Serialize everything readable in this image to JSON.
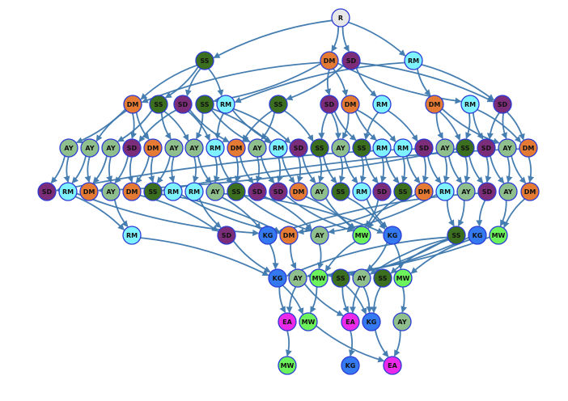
{
  "colors": {
    "R": "#e8e8e8",
    "SS": "#3b6e1e",
    "SD": "#7b2d7a",
    "DM": "#e57a34",
    "RM": "#7ff2ff",
    "AY": "#8fbf8c",
    "KG": "#3479f0",
    "MW": "#6cf25a",
    "EA": "#ea2ae8",
    "edge": "#3d78ad",
    "node_border": "#2a3bd6"
  },
  "nodes": [
    {
      "id": "r0",
      "label": "R"
    },
    {
      "id": "a1",
      "label": "SS"
    },
    {
      "id": "a2",
      "label": "DM"
    },
    {
      "id": "a3",
      "label": "SD"
    },
    {
      "id": "a4",
      "label": "RM"
    },
    {
      "id": "b1",
      "label": "DM"
    },
    {
      "id": "b2",
      "label": "SS"
    },
    {
      "id": "b3",
      "label": "SD"
    },
    {
      "id": "b4",
      "label": "SS"
    },
    {
      "id": "b5",
      "label": "RM"
    },
    {
      "id": "b6",
      "label": "SS"
    },
    {
      "id": "b7",
      "label": "SD"
    },
    {
      "id": "b8",
      "label": "DM"
    },
    {
      "id": "b9",
      "label": "RM"
    },
    {
      "id": "b10",
      "label": "DM"
    },
    {
      "id": "b11",
      "label": "RM"
    },
    {
      "id": "b12",
      "label": "SD"
    },
    {
      "id": "c1",
      "label": "AY"
    },
    {
      "id": "c2",
      "label": "AY"
    },
    {
      "id": "c3",
      "label": "AY"
    },
    {
      "id": "c4",
      "label": "SD"
    },
    {
      "id": "c5",
      "label": "DM"
    },
    {
      "id": "c6",
      "label": "AY"
    },
    {
      "id": "c7",
      "label": "AY"
    },
    {
      "id": "c8",
      "label": "RM"
    },
    {
      "id": "c9",
      "label": "DM"
    },
    {
      "id": "c10",
      "label": "AY"
    },
    {
      "id": "c11",
      "label": "RM"
    },
    {
      "id": "c12",
      "label": "SD"
    },
    {
      "id": "c13",
      "label": "SS"
    },
    {
      "id": "c14",
      "label": "AY"
    },
    {
      "id": "c15",
      "label": "SS"
    },
    {
      "id": "c16",
      "label": "RM"
    },
    {
      "id": "c17",
      "label": "RM"
    },
    {
      "id": "c18",
      "label": "SD"
    },
    {
      "id": "c19",
      "label": "AY"
    },
    {
      "id": "c20",
      "label": "SS"
    },
    {
      "id": "c21",
      "label": "SD"
    },
    {
      "id": "c22",
      "label": "AY"
    },
    {
      "id": "c23",
      "label": "DM"
    },
    {
      "id": "d1",
      "label": "SD"
    },
    {
      "id": "d2",
      "label": "RM"
    },
    {
      "id": "d3",
      "label": "DM"
    },
    {
      "id": "d4",
      "label": "AY"
    },
    {
      "id": "d5",
      "label": "DM"
    },
    {
      "id": "d6",
      "label": "SS"
    },
    {
      "id": "d7",
      "label": "RM"
    },
    {
      "id": "d8",
      "label": "RM"
    },
    {
      "id": "d9",
      "label": "AY"
    },
    {
      "id": "d10",
      "label": "SS"
    },
    {
      "id": "d11",
      "label": "SD"
    },
    {
      "id": "d12",
      "label": "SD"
    },
    {
      "id": "d13",
      "label": "DM"
    },
    {
      "id": "d14",
      "label": "AY"
    },
    {
      "id": "d15",
      "label": "SS"
    },
    {
      "id": "d16",
      "label": "RM"
    },
    {
      "id": "d17",
      "label": "SD"
    },
    {
      "id": "d18",
      "label": "SS"
    },
    {
      "id": "d19",
      "label": "DM"
    },
    {
      "id": "d20",
      "label": "RM"
    },
    {
      "id": "d21",
      "label": "AY"
    },
    {
      "id": "d22",
      "label": "SD"
    },
    {
      "id": "d23",
      "label": "AY"
    },
    {
      "id": "d24",
      "label": "DM"
    },
    {
      "id": "e1",
      "label": "RM"
    },
    {
      "id": "e2",
      "label": "SD"
    },
    {
      "id": "e3",
      "label": "KG"
    },
    {
      "id": "e4",
      "label": "DM"
    },
    {
      "id": "e5",
      "label": "AY"
    },
    {
      "id": "e6",
      "label": "MW"
    },
    {
      "id": "e7",
      "label": "KG"
    },
    {
      "id": "e8",
      "label": "SS"
    },
    {
      "id": "e9",
      "label": "KG"
    },
    {
      "id": "e10",
      "label": "MW"
    },
    {
      "id": "f1",
      "label": "KG"
    },
    {
      "id": "f2",
      "label": "AY"
    },
    {
      "id": "f3",
      "label": "MW"
    },
    {
      "id": "f4",
      "label": "SS"
    },
    {
      "id": "f5",
      "label": "AY"
    },
    {
      "id": "f6",
      "label": "SS"
    },
    {
      "id": "f7",
      "label": "MW"
    },
    {
      "id": "g1",
      "label": "EA"
    },
    {
      "id": "g2",
      "label": "MW"
    },
    {
      "id": "g3",
      "label": "EA"
    },
    {
      "id": "g4",
      "label": "KG"
    },
    {
      "id": "g5",
      "label": "AY"
    },
    {
      "id": "h1",
      "label": "MW"
    },
    {
      "id": "h2",
      "label": "KG"
    },
    {
      "id": "h3",
      "label": "EA"
    }
  ],
  "edges": [
    [
      "r0",
      "a1"
    ],
    [
      "r0",
      "a2"
    ],
    [
      "r0",
      "a3"
    ],
    [
      "r0",
      "a4"
    ],
    [
      "a1",
      "b1"
    ],
    [
      "a1",
      "b2"
    ],
    [
      "a1",
      "b3"
    ],
    [
      "a1",
      "b5"
    ],
    [
      "a2",
      "b1"
    ],
    [
      "a2",
      "b4"
    ],
    [
      "a2",
      "b7"
    ],
    [
      "a2",
      "b8"
    ],
    [
      "a2",
      "b11"
    ],
    [
      "a3",
      "b6"
    ],
    [
      "a3",
      "b9"
    ],
    [
      "a3",
      "b12"
    ],
    [
      "a4",
      "b10"
    ],
    [
      "a4",
      "b12"
    ],
    [
      "a4",
      "b5"
    ],
    [
      "b1",
      "c1"
    ],
    [
      "b1",
      "c2"
    ],
    [
      "b1",
      "c4"
    ],
    [
      "b1",
      "c5"
    ],
    [
      "b2",
      "c3"
    ],
    [
      "b2",
      "c6"
    ],
    [
      "b2",
      "c7"
    ],
    [
      "b3",
      "c4"
    ],
    [
      "b3",
      "c8"
    ],
    [
      "b3",
      "c9"
    ],
    [
      "b4",
      "c7"
    ],
    [
      "b4",
      "c10"
    ],
    [
      "b4",
      "c11"
    ],
    [
      "b5",
      "c8"
    ],
    [
      "b5",
      "c12"
    ],
    [
      "b5",
      "c11"
    ],
    [
      "b6",
      "c10"
    ],
    [
      "b6",
      "c9"
    ],
    [
      "b6",
      "c13"
    ],
    [
      "b7",
      "c13"
    ],
    [
      "b7",
      "c14"
    ],
    [
      "b7",
      "c15"
    ],
    [
      "b8",
      "c14"
    ],
    [
      "b8",
      "c16"
    ],
    [
      "b8",
      "c17"
    ],
    [
      "b9",
      "c15"
    ],
    [
      "b9",
      "c18"
    ],
    [
      "b10",
      "c19"
    ],
    [
      "b10",
      "c20"
    ],
    [
      "b10",
      "c22"
    ],
    [
      "b11",
      "c20"
    ],
    [
      "b11",
      "c21"
    ],
    [
      "b11",
      "c23"
    ],
    [
      "b12",
      "c22"
    ],
    [
      "b12",
      "c23"
    ],
    [
      "b12",
      "c21"
    ],
    [
      "c1",
      "d1"
    ],
    [
      "c1",
      "d2"
    ],
    [
      "c2",
      "d2"
    ],
    [
      "c2",
      "d3"
    ],
    [
      "c3",
      "d3"
    ],
    [
      "c3",
      "d4"
    ],
    [
      "c4",
      "d4"
    ],
    [
      "c4",
      "d5"
    ],
    [
      "c5",
      "d5"
    ],
    [
      "c5",
      "d6"
    ],
    [
      "c6",
      "d6"
    ],
    [
      "c6",
      "d7"
    ],
    [
      "c7",
      "d8"
    ],
    [
      "c7",
      "d9"
    ],
    [
      "c8",
      "d9"
    ],
    [
      "c8",
      "d10"
    ],
    [
      "c9",
      "d10"
    ],
    [
      "c9",
      "d11"
    ],
    [
      "c10",
      "d11"
    ],
    [
      "c10",
      "d12"
    ],
    [
      "c11",
      "d12"
    ],
    [
      "c11",
      "d13"
    ],
    [
      "c12",
      "d13"
    ],
    [
      "c12",
      "d14"
    ],
    [
      "c13",
      "d14"
    ],
    [
      "c13",
      "d15"
    ],
    [
      "c14",
      "d15"
    ],
    [
      "c14",
      "d16"
    ],
    [
      "c15",
      "d16"
    ],
    [
      "c15",
      "d17"
    ],
    [
      "c16",
      "d17"
    ],
    [
      "c16",
      "d18"
    ],
    [
      "c17",
      "d18"
    ],
    [
      "c17",
      "d19"
    ],
    [
      "c18",
      "d19"
    ],
    [
      "c18",
      "d20"
    ],
    [
      "c19",
      "d20"
    ],
    [
      "c19",
      "d21"
    ],
    [
      "c20",
      "d21"
    ],
    [
      "c20",
      "d22"
    ],
    [
      "c21",
      "d22"
    ],
    [
      "c21",
      "d23"
    ],
    [
      "c22",
      "d23"
    ],
    [
      "c22",
      "d24"
    ],
    [
      "c23",
      "d24"
    ],
    [
      "c23",
      "d6"
    ],
    [
      "c20",
      "d3"
    ],
    [
      "c18",
      "d1"
    ],
    [
      "d2",
      "e1"
    ],
    [
      "d4",
      "e1"
    ],
    [
      "d5",
      "e2"
    ],
    [
      "d8",
      "e2"
    ],
    [
      "d9",
      "e3"
    ],
    [
      "d7",
      "e4"
    ],
    [
      "d6",
      "e4"
    ],
    [
      "d10",
      "e5"
    ],
    [
      "d11",
      "e5"
    ],
    [
      "d12",
      "e6"
    ],
    [
      "d13",
      "e6"
    ],
    [
      "d14",
      "e6"
    ],
    [
      "d15",
      "e7"
    ],
    [
      "d16",
      "e7"
    ],
    [
      "d17",
      "e6"
    ],
    [
      "d18",
      "e6"
    ],
    [
      "d19",
      "e4"
    ],
    [
      "d20",
      "e8"
    ],
    [
      "d21",
      "e8"
    ],
    [
      "d22",
      "e9"
    ],
    [
      "d23",
      "e10"
    ],
    [
      "d24",
      "e10"
    ],
    [
      "d20",
      "e5"
    ],
    [
      "d22",
      "e3"
    ],
    [
      "d9",
      "e7"
    ],
    [
      "d2",
      "e3"
    ],
    [
      "e1",
      "f1"
    ],
    [
      "e2",
      "f1"
    ],
    [
      "e3",
      "f1"
    ],
    [
      "e4",
      "f2"
    ],
    [
      "e5",
      "f3"
    ],
    [
      "e6",
      "f3"
    ],
    [
      "e7",
      "f5"
    ],
    [
      "e8",
      "f1"
    ],
    [
      "e8",
      "f4"
    ],
    [
      "e8",
      "f6"
    ],
    [
      "e9",
      "f3"
    ],
    [
      "e9",
      "f7"
    ],
    [
      "e10",
      "f2"
    ],
    [
      "e8",
      "f5"
    ],
    [
      "e7",
      "f7"
    ],
    [
      "f1",
      "g1"
    ],
    [
      "f1",
      "g2"
    ],
    [
      "f2",
      "g1"
    ],
    [
      "f3",
      "g2"
    ],
    [
      "f4",
      "g3"
    ],
    [
      "f4",
      "g4"
    ],
    [
      "f5",
      "g3"
    ],
    [
      "f5",
      "g4"
    ],
    [
      "f6",
      "g4"
    ],
    [
      "f7",
      "g5"
    ],
    [
      "f2",
      "g3"
    ],
    [
      "g1",
      "h1"
    ],
    [
      "g2",
      "h3"
    ],
    [
      "g3",
      "h2"
    ],
    [
      "g4",
      "h3"
    ],
    [
      "g5",
      "h3"
    ]
  ]
}
